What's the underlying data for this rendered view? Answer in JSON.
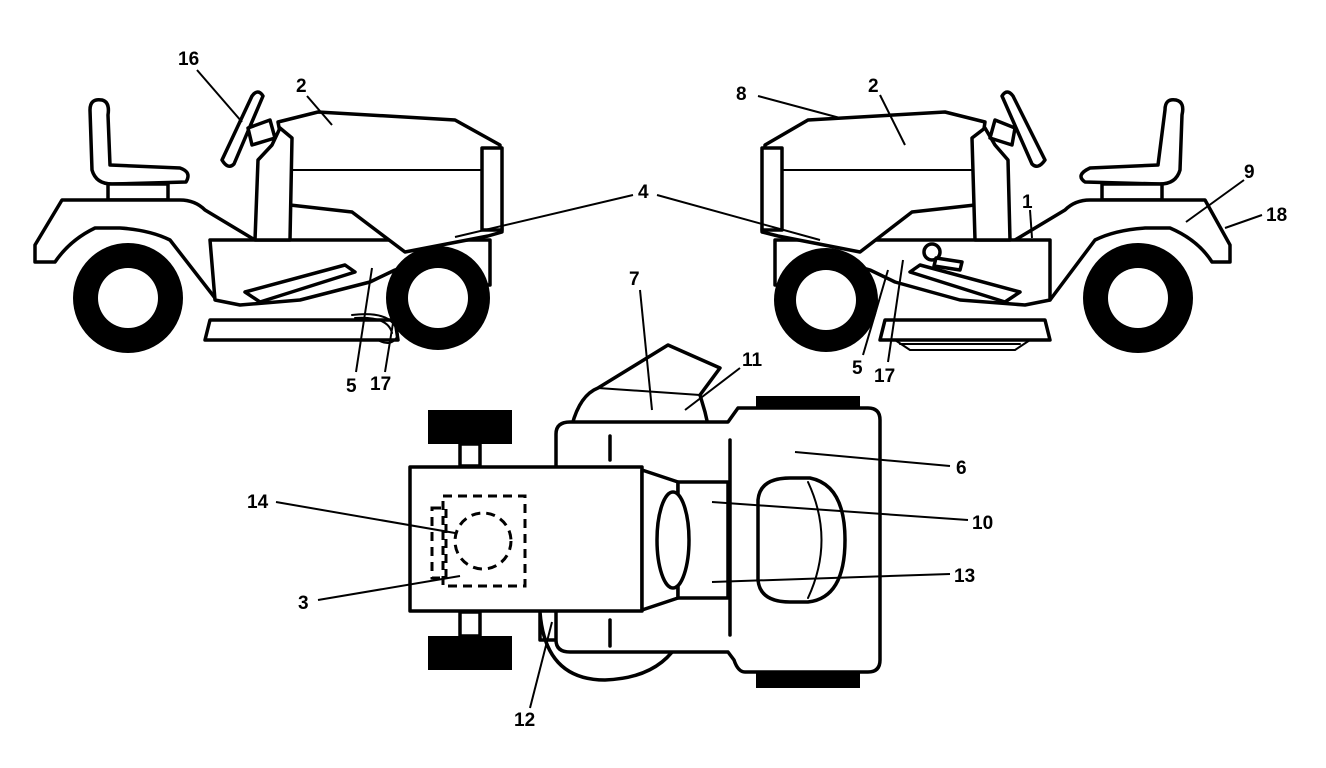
{
  "callouts": {
    "c16": "16",
    "c2_left": "2",
    "c4": "4",
    "c5_left": "5",
    "c17_left": "17",
    "c8": "8",
    "c2_right": "2",
    "c1": "1",
    "c9": "9",
    "c18": "18",
    "c5_right": "5",
    "c17_right": "17",
    "c7": "7",
    "c11": "11",
    "c6": "6",
    "c10": "10",
    "c13": "13",
    "c14": "14",
    "c3": "3",
    "c12": "12"
  }
}
